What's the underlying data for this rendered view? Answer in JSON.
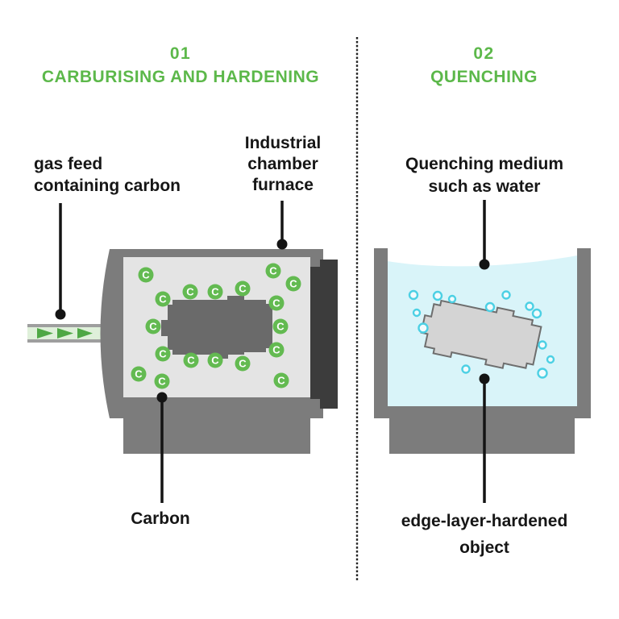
{
  "steps": {
    "left": {
      "number": "01",
      "title": "CARBURISING AND HARDENING",
      "carbon_symbol": "C",
      "carbon_atom_count": 18,
      "labels": {
        "gas_feed": [
          "gas feed",
          "containing carbon"
        ],
        "furnace": [
          "Industrial",
          "chamber",
          "furnace"
        ],
        "carbon": "Carbon"
      }
    },
    "right": {
      "number": "02",
      "title": "QUENCHING",
      "labels": {
        "medium": [
          "Quenching medium",
          "such as water"
        ],
        "object": [
          "edge-layer-hardened",
          "object"
        ]
      }
    }
  },
  "colors": {
    "accent_green": "#5cb84a",
    "carbon_circle_green": "#63ba51",
    "arrow_green": "#4fa845",
    "water_blue": "#d9f4f9",
    "bubble_cyan": "#4cd0e4",
    "furnace_grey": "#7c7c7c",
    "chamber_grey": "#e4e4e4",
    "door_dark_grey": "#3c3c3c"
  }
}
